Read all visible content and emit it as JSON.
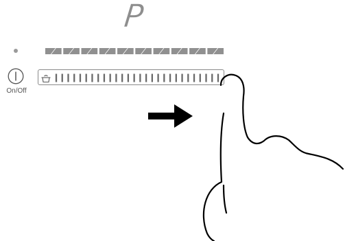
{
  "display": {
    "symbol": "P"
  },
  "power_button": {
    "label": "On/Off"
  },
  "level_bar": {
    "segments": 10
  },
  "slider": {
    "ticks": 28,
    "icon": "pot-icon"
  },
  "gesture": {
    "direction": "right",
    "icons": [
      "arrow-right-icon",
      "hand-pointer-icon"
    ]
  },
  "colors": {
    "segment": "#909090",
    "outline": "#8a8a8a",
    "arrow": "#000000"
  }
}
